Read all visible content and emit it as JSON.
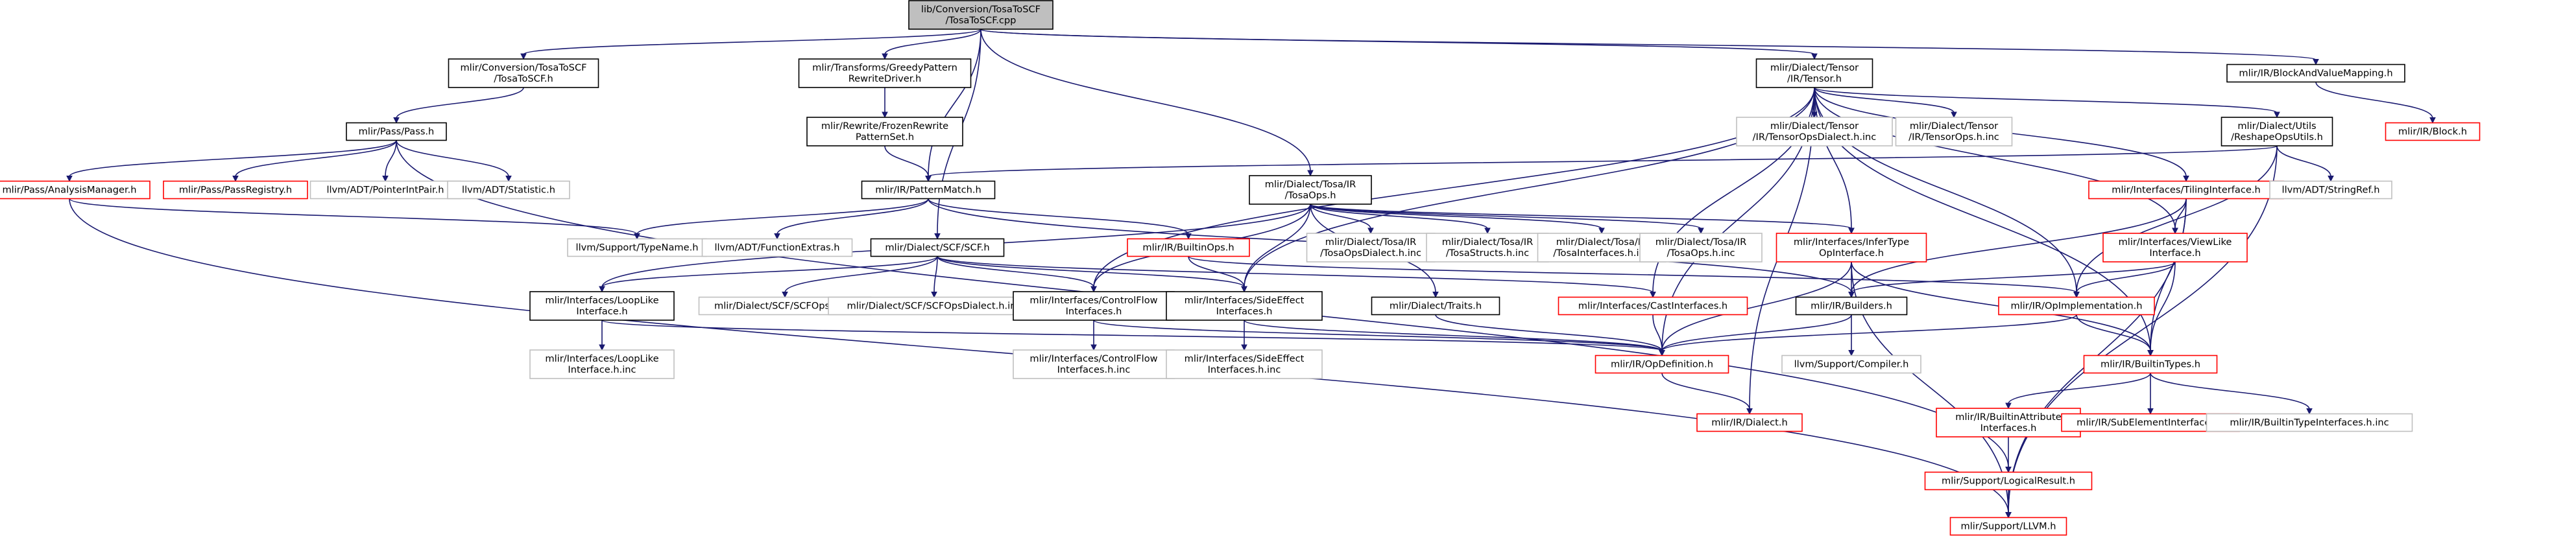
{
  "colors": {
    "edge": "#191970",
    "node_border_normal": "#000000",
    "node_border_missing": "#ff0000",
    "node_border_external": "#bfbfbf",
    "root_fill": "#bfbfbf",
    "text": "#000000"
  },
  "nodes": [
    {
      "id": "root",
      "lines": [
        "lib/Conversion/TosaToSCF",
        "/TosaToSCF.cpp"
      ],
      "kind": "root"
    },
    {
      "id": "convTosaToSCF",
      "lines": [
        "mlir/Conversion/TosaToSCF",
        "/TosaToSCF.h"
      ],
      "kind": "normal"
    },
    {
      "id": "greedyDriver",
      "lines": [
        "mlir/Transforms/GreedyPattern",
        "RewriteDriver.h"
      ],
      "kind": "normal"
    },
    {
      "id": "tensorOps",
      "lines": [
        "mlir/Dialect/Tensor",
        "/IR/Tensor.h"
      ],
      "kind": "normal"
    },
    {
      "id": "blockAndValue",
      "lines": [
        "mlir/IR/BlockAndValueMapping.h"
      ],
      "kind": "normal"
    },
    {
      "id": "passPass",
      "lines": [
        "mlir/Pass/Pass.h"
      ],
      "kind": "normal"
    },
    {
      "id": "frozenRewrite",
      "lines": [
        "mlir/Rewrite/FrozenRewrite",
        "PatternSet.h"
      ],
      "kind": "normal"
    },
    {
      "id": "irBlock",
      "lines": [
        "mlir/IR/Block.h"
      ],
      "kind": "missing"
    },
    {
      "id": "analysisManager",
      "lines": [
        "mlir/Pass/AnalysisManager.h"
      ],
      "kind": "missing"
    },
    {
      "id": "passRegistry",
      "lines": [
        "mlir/Pass/PassRegistry.h"
      ],
      "kind": "missing"
    },
    {
      "id": "pointerIntPair",
      "lines": [
        "llvm/ADT/PointerIntPair.h"
      ],
      "kind": "external"
    },
    {
      "id": "statistic",
      "lines": [
        "llvm/ADT/Statistic.h"
      ],
      "kind": "external"
    },
    {
      "id": "tensorOpsDialectInc",
      "lines": [
        "mlir/Dialect/Tensor",
        "/IR/TensorOpsDialect.h.inc"
      ],
      "kind": "external"
    },
    {
      "id": "tensorOpsInc",
      "lines": [
        "mlir/Dialect/Tensor",
        "/IR/TensorOps.h.inc"
      ],
      "kind": "external"
    },
    {
      "id": "reshapeOpsUtils",
      "lines": [
        "mlir/Dialect/Utils",
        "/ReshapeOpsUtils.h"
      ],
      "kind": "normal"
    },
    {
      "id": "patternMatch",
      "lines": [
        "mlir/IR/PatternMatch.h"
      ],
      "kind": "normal"
    },
    {
      "id": "tosaOps",
      "lines": [
        "mlir/Dialect/Tosa/IR",
        "/TosaOps.h"
      ],
      "kind": "normal"
    },
    {
      "id": "tilingInterface",
      "lines": [
        "mlir/Interfaces/TilingInterface.h"
      ],
      "kind": "missing"
    },
    {
      "id": "stringRef",
      "lines": [
        "llvm/ADT/StringRef.h"
      ],
      "kind": "external"
    },
    {
      "id": "typeName",
      "lines": [
        "llvm/Support/TypeName.h"
      ],
      "kind": "external"
    },
    {
      "id": "functionExtras",
      "lines": [
        "llvm/ADT/FunctionExtras.h"
      ],
      "kind": "external"
    },
    {
      "id": "scfH",
      "lines": [
        "mlir/Dialect/SCF/SCF.h"
      ],
      "kind": "normal"
    },
    {
      "id": "builtinOps",
      "lines": [
        "mlir/IR/BuiltinOps.h"
      ],
      "kind": "missing"
    },
    {
      "id": "tosaOpsDialectInc",
      "lines": [
        "mlir/Dialect/Tosa/IR",
        "/TosaOpsDialect.h.inc"
      ],
      "kind": "external"
    },
    {
      "id": "tosaStructsInc",
      "lines": [
        "mlir/Dialect/Tosa/IR",
        "/TosaStructs.h.inc"
      ],
      "kind": "external"
    },
    {
      "id": "tosaInterfacesInc",
      "lines": [
        "mlir/Dialect/Tosa/IR",
        "/TosaInterfaces.h.inc"
      ],
      "kind": "external"
    },
    {
      "id": "tosaOpsInc",
      "lines": [
        "mlir/Dialect/Tosa/IR",
        "/TosaOps.h.inc"
      ],
      "kind": "external"
    },
    {
      "id": "inferTypeOpInterface",
      "lines": [
        "mlir/Interfaces/InferType",
        "OpInterface.h"
      ],
      "kind": "missing"
    },
    {
      "id": "viewLikeInterface",
      "lines": [
        "mlir/Interfaces/ViewLike",
        "Interface.h"
      ],
      "kind": "missing"
    },
    {
      "id": "loopLikeInterface",
      "lines": [
        "mlir/Interfaces/LoopLike",
        "Interface.h"
      ],
      "kind": "normal"
    },
    {
      "id": "scfOpsInc",
      "lines": [
        "mlir/Dialect/SCF/SCFOps.h.inc"
      ],
      "kind": "external"
    },
    {
      "id": "scfOpsDialectInc",
      "lines": [
        "mlir/Dialect/SCF/SCFOpsDialect.h.inc"
      ],
      "kind": "external"
    },
    {
      "id": "controlFlowInterfaces",
      "lines": [
        "mlir/Interfaces/ControlFlow",
        "Interfaces.h"
      ],
      "kind": "normal"
    },
    {
      "id": "sideEffectInterfaces",
      "lines": [
        "mlir/Interfaces/SideEffect",
        "Interfaces.h"
      ],
      "kind": "normal"
    },
    {
      "id": "traits",
      "lines": [
        "mlir/Dialect/Traits.h"
      ],
      "kind": "normal"
    },
    {
      "id": "castInterfaces",
      "lines": [
        "mlir/Interfaces/CastInterfaces.h"
      ],
      "kind": "missing"
    },
    {
      "id": "builders",
      "lines": [
        "mlir/IR/Builders.h"
      ],
      "kind": "normal"
    },
    {
      "id": "opImplementation",
      "lines": [
        "mlir/IR/OpImplementation.h"
      ],
      "kind": "missing"
    },
    {
      "id": "loopLikeInc",
      "lines": [
        "mlir/Interfaces/LoopLike",
        "Interface.h.inc"
      ],
      "kind": "external"
    },
    {
      "id": "controlFlowInc",
      "lines": [
        "mlir/Interfaces/ControlFlow",
        "Interfaces.h.inc"
      ],
      "kind": "external"
    },
    {
      "id": "sideEffectInc",
      "lines": [
        "mlir/Interfaces/SideEffect",
        "Interfaces.h.inc"
      ],
      "kind": "external"
    },
    {
      "id": "opDefinition",
      "lines": [
        "mlir/IR/OpDefinition.h"
      ],
      "kind": "missing"
    },
    {
      "id": "compiler",
      "lines": [
        "llvm/Support/Compiler.h"
      ],
      "kind": "external"
    },
    {
      "id": "builtinTypes",
      "lines": [
        "mlir/IR/BuiltinTypes.h"
      ],
      "kind": "missing"
    },
    {
      "id": "dialect",
      "lines": [
        "mlir/IR/Dialect.h"
      ],
      "kind": "missing"
    },
    {
      "id": "builtinAttrInterfaces",
      "lines": [
        "mlir/IR/BuiltinAttribute",
        "Interfaces.h"
      ],
      "kind": "missing"
    },
    {
      "id": "subElementInterfaces",
      "lines": [
        "mlir/IR/SubElementInterfaces.h"
      ],
      "kind": "missing"
    },
    {
      "id": "builtinTypeInterfacesInc",
      "lines": [
        "mlir/IR/BuiltinTypeInterfaces.h.inc"
      ],
      "kind": "external"
    },
    {
      "id": "logicalResult",
      "lines": [
        "mlir/Support/LogicalResult.h"
      ],
      "kind": "missing"
    },
    {
      "id": "llvmH",
      "lines": [
        "mlir/Support/LLVM.h"
      ],
      "kind": "missing"
    }
  ],
  "edges": [
    [
      "root",
      "convTosaToSCF"
    ],
    [
      "root",
      "greedyDriver"
    ],
    [
      "root",
      "tensorOps"
    ],
    [
      "root",
      "blockAndValue"
    ],
    [
      "root",
      "patternMatch"
    ],
    [
      "root",
      "scfH"
    ],
    [
      "root",
      "tosaOps"
    ],
    [
      "convTosaToSCF",
      "passPass"
    ],
    [
      "greedyDriver",
      "frozenRewrite"
    ],
    [
      "frozenRewrite",
      "patternMatch"
    ],
    [
      "blockAndValue",
      "irBlock"
    ],
    [
      "passPass",
      "analysisManager"
    ],
    [
      "passPass",
      "passRegistry"
    ],
    [
      "passPass",
      "pointerIntPair"
    ],
    [
      "passPass",
      "statistic"
    ],
    [
      "passPass",
      "logicalResult"
    ],
    [
      "analysisManager",
      "typeName"
    ],
    [
      "analysisManager",
      "llvmH"
    ],
    [
      "tensorOps",
      "tensorOpsDialectInc"
    ],
    [
      "tensorOps",
      "tensorOpsInc"
    ],
    [
      "tensorOps",
      "reshapeOpsUtils"
    ],
    [
      "tensorOps",
      "tilingInterface"
    ],
    [
      "tensorOps",
      "viewLikeInterface"
    ],
    [
      "tensorOps",
      "inferTypeOpInterface"
    ],
    [
      "tensorOps",
      "castInterfaces"
    ],
    [
      "tensorOps",
      "controlFlowInterfaces"
    ],
    [
      "tensorOps",
      "sideEffectInterfaces"
    ],
    [
      "tensorOps",
      "opDefinition"
    ],
    [
      "tensorOps",
      "opImplementation"
    ],
    [
      "tensorOps",
      "builtinTypes"
    ],
    [
      "tensorOps",
      "dialect"
    ],
    [
      "reshapeOpsUtils",
      "patternMatch"
    ],
    [
      "reshapeOpsUtils",
      "stringRef"
    ],
    [
      "reshapeOpsUtils",
      "opImplementation"
    ],
    [
      "reshapeOpsUtils",
      "llvmH"
    ],
    [
      "patternMatch",
      "typeName"
    ],
    [
      "patternMatch",
      "functionExtras"
    ],
    [
      "patternMatch",
      "builtinOps"
    ],
    [
      "patternMatch",
      "builders"
    ],
    [
      "tosaOps",
      "tosaOpsDialectInc"
    ],
    [
      "tosaOps",
      "tosaStructsInc"
    ],
    [
      "tosaOps",
      "tosaInterfacesInc"
    ],
    [
      "tosaOps",
      "tosaOpsInc"
    ],
    [
      "tosaOps",
      "inferTypeOpInterface"
    ],
    [
      "tosaOps",
      "loopLikeInterface"
    ],
    [
      "tosaOps",
      "sideEffectInterfaces"
    ],
    [
      "tosaOps",
      "controlFlowInterfaces"
    ],
    [
      "tosaOps",
      "traits"
    ],
    [
      "tilingInterface",
      "viewLikeInterface"
    ],
    [
      "tilingInterface",
      "builders"
    ],
    [
      "tilingInterface",
      "builtinTypes"
    ],
    [
      "tilingInterface",
      "llvmH"
    ],
    [
      "scfH",
      "loopLikeInterface"
    ],
    [
      "scfH",
      "scfOpsInc"
    ],
    [
      "scfH",
      "scfOpsDialectInc"
    ],
    [
      "scfH",
      "controlFlowInterfaces"
    ],
    [
      "scfH",
      "sideEffectInterfaces"
    ],
    [
      "scfH",
      "castInterfaces"
    ],
    [
      "builtinOps",
      "sideEffectInterfaces"
    ],
    [
      "builtinOps",
      "opImplementation"
    ],
    [
      "inferTypeOpInterface",
      "builders"
    ],
    [
      "inferTypeOpInterface",
      "opDefinition"
    ],
    [
      "inferTypeOpInterface",
      "builtinTypes"
    ],
    [
      "inferTypeOpInterface",
      "llvmH"
    ],
    [
      "viewLikeInterface",
      "builders"
    ],
    [
      "viewLikeInterface",
      "opImplementation"
    ],
    [
      "viewLikeInterface",
      "builtinTypes"
    ],
    [
      "loopLikeInterface",
      "loopLikeInc"
    ],
    [
      "loopLikeInterface",
      "opDefinition"
    ],
    [
      "controlFlowInterfaces",
      "controlFlowInc"
    ],
    [
      "controlFlowInterfaces",
      "opDefinition"
    ],
    [
      "sideEffectInterfaces",
      "sideEffectInc"
    ],
    [
      "sideEffectInterfaces",
      "opDefinition"
    ],
    [
      "traits",
      "opDefinition"
    ],
    [
      "castInterfaces",
      "opDefinition"
    ],
    [
      "builders",
      "opDefinition"
    ],
    [
      "builders",
      "compiler"
    ],
    [
      "opImplementation",
      "opDefinition"
    ],
    [
      "opImplementation",
      "builtinTypes"
    ],
    [
      "opDefinition",
      "dialect"
    ],
    [
      "builtinTypes",
      "builtinAttrInterfaces"
    ],
    [
      "builtinTypes",
      "subElementInterfaces"
    ],
    [
      "builtinTypes",
      "builtinTypeInterfacesInc"
    ],
    [
      "builtinAttrInterfaces",
      "logicalResult"
    ],
    [
      "logicalResult",
      "llvmH"
    ]
  ]
}
